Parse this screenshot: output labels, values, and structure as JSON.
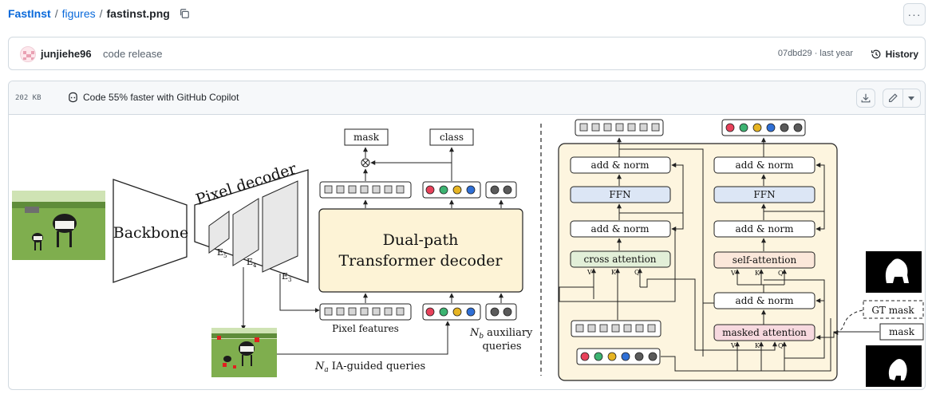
{
  "breadcrumb": {
    "repo": "FastInst",
    "folder": "figures",
    "file": "fastinst.png",
    "separator": "/"
  },
  "more_button": {
    "label": "···"
  },
  "commit": {
    "author": "junjiehe96",
    "message": "code release",
    "hash_time": "07dbd29 · last year",
    "history_label": "History"
  },
  "file": {
    "size": "202 KB",
    "copilot_text": "Code 55% faster with GitHub Copilot"
  },
  "figure": {
    "backbone": "Backbone",
    "pixel_decoder": "Pixel decoder",
    "e5": "E",
    "e5_sub": "5",
    "e4": "E",
    "e4_sub": "4",
    "e3": "E",
    "e3_sub": "3",
    "mask": "mask",
    "class": "class",
    "decoder_line1": "Dual-path",
    "decoder_line2": "Transformer decoder",
    "pixel_features": "Pixel features",
    "nb_label": "N",
    "nb_sub": "b",
    "auxiliary": "auxiliary",
    "queries": "queries",
    "na_label": "N",
    "na_sub": "a",
    "ia_guided": "IA-guided queries",
    "add_norm": "add & norm",
    "ffn": "FFN",
    "cross_attention": "cross attention",
    "self_attention": "self-attention",
    "masked_attention": "masked attention",
    "gt_mask": "GT mask",
    "v": "V",
    "k": "K",
    "q": "Q"
  },
  "colors": {
    "link": "#0969da",
    "panel_bg": "#fdf5df",
    "decoder_bg": "#fdf3d6",
    "ffn_bg": "#dce6f5",
    "cross_bg": "#e2efd8",
    "self_bg": "#fbe7da",
    "masked_bg": "#f7d9df",
    "query_red": "#e8415a",
    "query_green": "#3cb371",
    "query_yellow": "#e6b422",
    "query_blue": "#2f6fd6",
    "query_gray": "#5a5a5a"
  },
  "icons": [
    "copy-icon",
    "kebab-icon",
    "history-icon",
    "copilot-icon",
    "download-icon",
    "pencil-icon",
    "chevron-down-icon"
  ]
}
